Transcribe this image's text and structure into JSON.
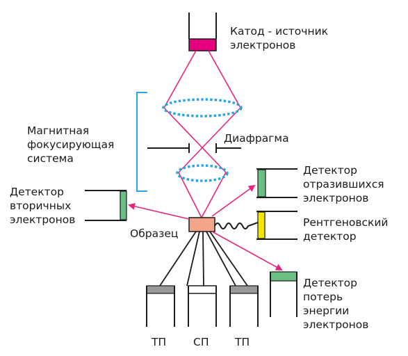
{
  "labels": {
    "cathode": [
      "Катод - источник",
      "электронов"
    ],
    "magnetic_system": [
      "Магнитная",
      "фокусирующая",
      "система"
    ],
    "diaphragm": "Диафрагма",
    "secondary_detector": [
      "Детектор",
      "вторичных",
      "электронов"
    ],
    "reflected_detector": [
      "Детектор",
      "отразившихся",
      "электронов"
    ],
    "xray_detector": [
      "Рентгеновский",
      "детектор"
    ],
    "sample": "Образец",
    "energy_loss_detector": [
      "Детектор",
      "потерь",
      "энергии",
      "электронов"
    ],
    "holder_left": "ТП",
    "holder_center": "СП",
    "holder_right": "ТП"
  },
  "colors": {
    "beam": "#e8237e",
    "cathode": "#e5007e",
    "lens": "#2aa5e0",
    "bracket": "#2aa5e0",
    "sample": "#f3a58a",
    "detector_green": "#6cbf84",
    "xray_yellow": "#f5e600",
    "arrow": "#e8237e",
    "holder_gray": "#999999",
    "line": "#1a1a1a"
  }
}
